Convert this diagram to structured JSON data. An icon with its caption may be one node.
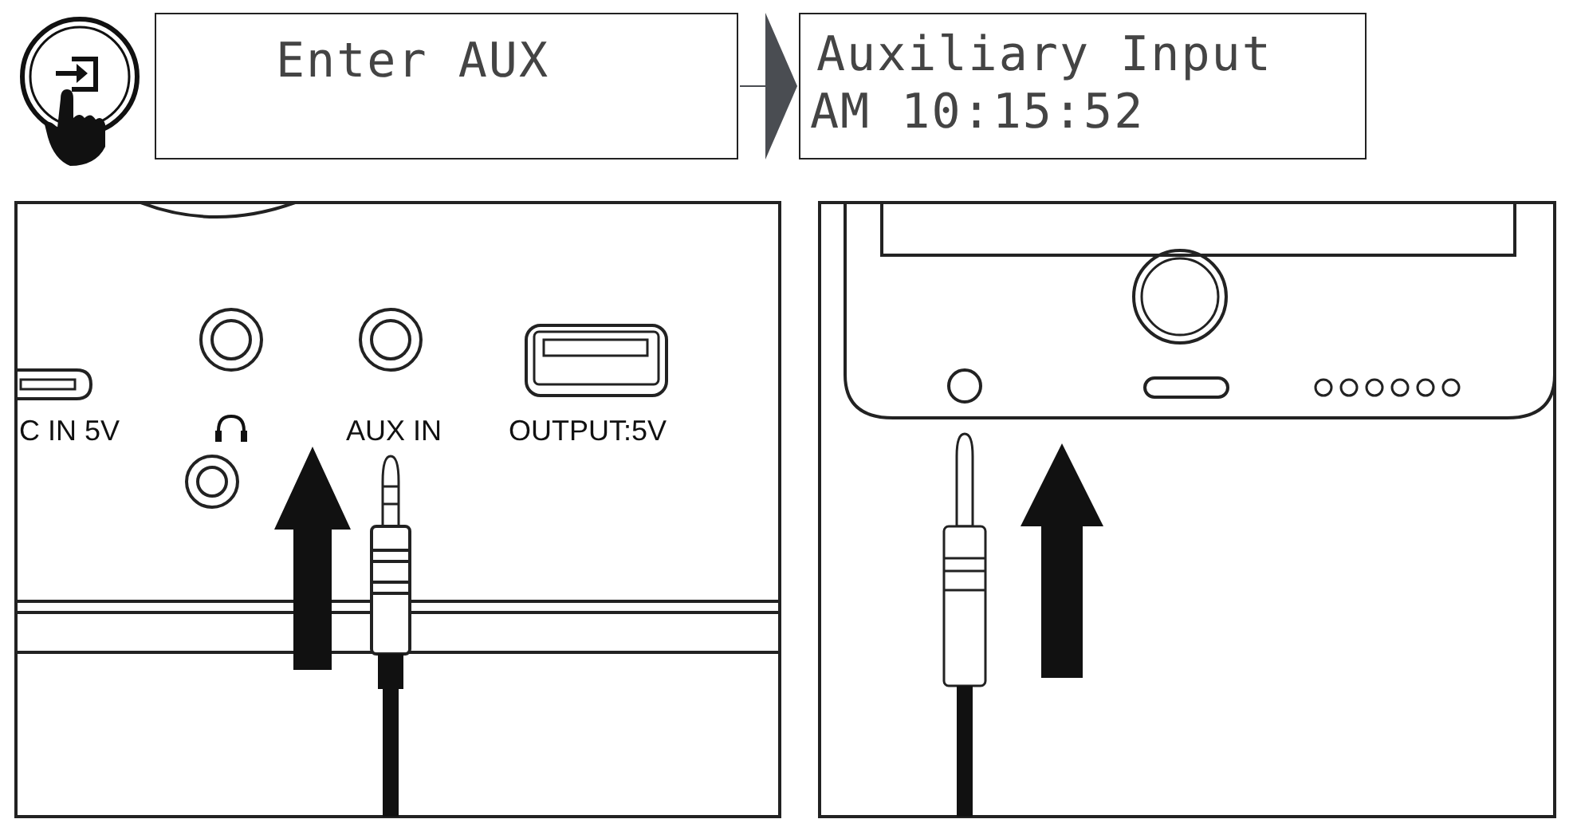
{
  "diagram": {
    "nodes": [
      {
        "text": [
          "Enter AUX"
        ]
      },
      {
        "text": [
          "Auxiliary Input",
          "AM 10:15:52"
        ]
      }
    ],
    "edges": [
      {
        "from": 0,
        "to": 1,
        "arrow": "to"
      }
    ],
    "labels": [
      "C IN 5V",
      "AUX IN",
      "OUTPUT:5V"
    ]
  }
}
